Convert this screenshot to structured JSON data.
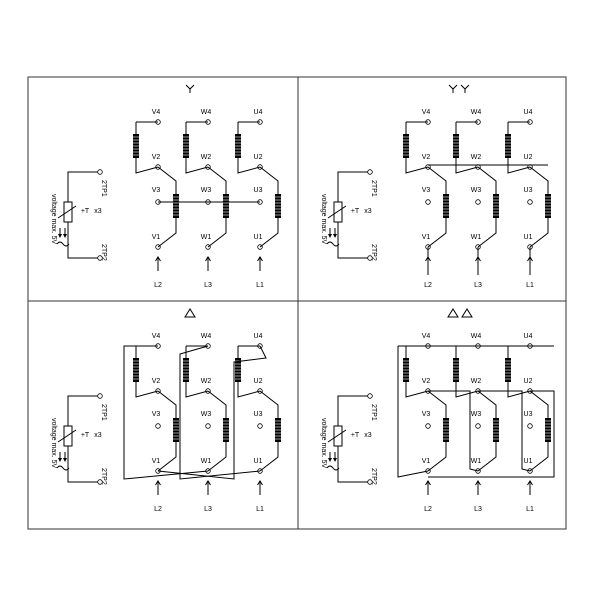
{
  "panels": [
    {
      "id": "p1",
      "symbol": "single-star",
      "topology": "star",
      "labels": {
        "V4": "V4",
        "W4": "W4",
        "U4": "U4",
        "V2": "V2",
        "W2": "W2",
        "U2": "U2",
        "V3": "V3",
        "W3": "W3",
        "U3": "U3",
        "V1": "V1",
        "W1": "W1",
        "U1": "U1",
        "L2": "L2",
        "L3": "L3",
        "L1": "L1"
      }
    },
    {
      "id": "p2",
      "symbol": "double-star",
      "topology": "double-star",
      "labels": {
        "V4": "V4",
        "W4": "W4",
        "U4": "U4",
        "V2": "V2",
        "W2": "W2",
        "U2": "U2",
        "V3": "V3",
        "W3": "W3",
        "U3": "U3",
        "V1": "V1",
        "W1": "W1",
        "U1": "U1",
        "L2": "L2",
        "L3": "L3",
        "L1": "L1"
      }
    },
    {
      "id": "p3",
      "symbol": "single-delta",
      "topology": "delta",
      "labels": {
        "V4": "V4",
        "W4": "W4",
        "U4": "U4",
        "V2": "V2",
        "W2": "W2",
        "U2": "U2",
        "V3": "V3",
        "W3": "W3",
        "U3": "U3",
        "V1": "V1",
        "W1": "W1",
        "U1": "U1",
        "L2": "L2",
        "L3": "L3",
        "L1": "L1"
      }
    },
    {
      "id": "p4",
      "symbol": "double-delta",
      "topology": "double-delta",
      "labels": {
        "V4": "V4",
        "W4": "W4",
        "U4": "U4",
        "V2": "V2",
        "W2": "W2",
        "U2": "U2",
        "V3": "V3",
        "W3": "W3",
        "U3": "U3",
        "V1": "V1",
        "W1": "W1",
        "U1": "U1",
        "L2": "L2",
        "L3": "L3",
        "L1": "L1"
      }
    }
  ],
  "thermistor": {
    "top_label": "2TP1",
    "bottom_label": "2TP2",
    "type_label": "+T",
    "count_label": "x3",
    "voltage_label": "voltage max. 5V"
  }
}
